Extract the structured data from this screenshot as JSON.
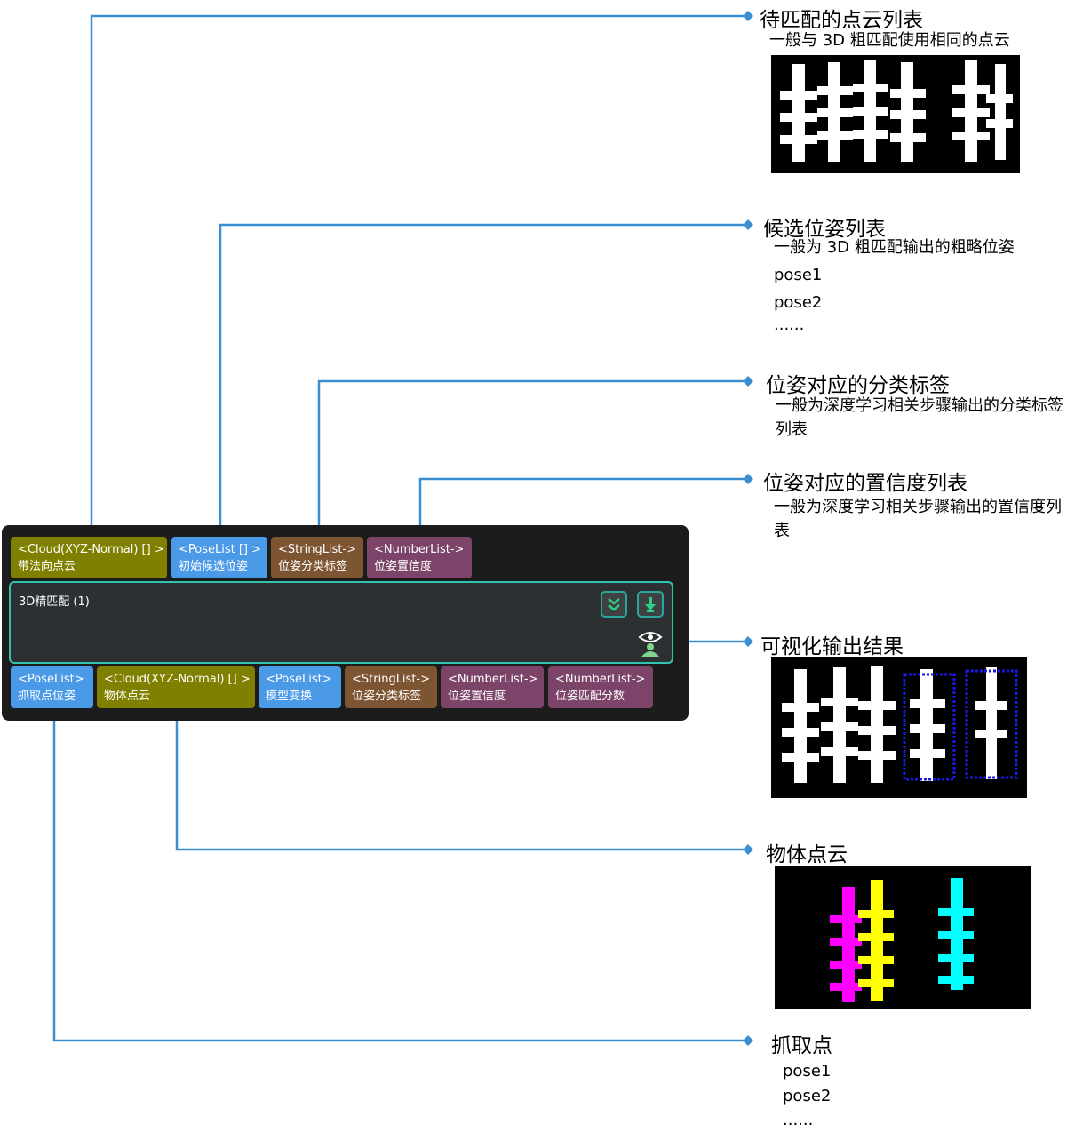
{
  "node": {
    "title": "3D精匹配 (1)",
    "inputs": [
      {
        "type": "<Cloud(XYZ-Normal) [] >",
        "name": "带法向点云",
        "color": "#808000"
      },
      {
        "type": "<PoseList [] >",
        "name": "初始候选位姿",
        "color": "#4a9ae8"
      },
      {
        "type": "<StringList->",
        "name": "位姿分类标签",
        "color": "#7e5533"
      },
      {
        "type": "<NumberList->",
        "name": "位姿置信度",
        "color": "#7c4468"
      }
    ],
    "outputs": [
      {
        "type": "<PoseList>",
        "name": "抓取点位姿",
        "color": "#4a9ae8"
      },
      {
        "type": "<Cloud(XYZ-Normal) [] >",
        "name": "物体点云",
        "color": "#808000"
      },
      {
        "type": "<PoseList>",
        "name": "模型变换",
        "color": "#4a9ae8"
      },
      {
        "type": "<StringList->",
        "name": "位姿分类标签",
        "color": "#7e5533"
      },
      {
        "type": "<NumberList->",
        "name": "位姿置信度",
        "color": "#7c4468"
      },
      {
        "type": "<NumberList->",
        "name": "位姿匹配分数",
        "color": "#7c4468"
      }
    ],
    "buttons": [
      "expand-icon",
      "download-icon"
    ],
    "visual_icon": "eye-person-icon"
  },
  "callouts": {
    "cloud_to_match": {
      "title": "待匹配的点云列表",
      "desc": "一般与 3D 粗匹配使用相同的点云"
    },
    "candidate_poses": {
      "title": "候选位姿列表",
      "desc": "一般为 3D 粗匹配输出的粗略位姿",
      "items": [
        "pose1",
        "pose2",
        "......"
      ]
    },
    "class_labels": {
      "title": "位姿对应的分类标签",
      "desc": "一般为深度学习相关步骤输出的分类标签列表"
    },
    "confidence": {
      "title": "位姿对应的置信度列表",
      "desc": "一般为深度学习相关步骤输出的置信度列表"
    },
    "visual_result": {
      "title": "可视化输出结果"
    },
    "object_cloud": {
      "title": "物体点云"
    },
    "grasp_points": {
      "title": "抓取点",
      "items": [
        "pose1",
        "pose2",
        "......"
      ]
    }
  },
  "colors": {
    "wire": "#3b8fd0",
    "node_bg": "#1c1c1c",
    "node_border": "#2ec4b0"
  }
}
